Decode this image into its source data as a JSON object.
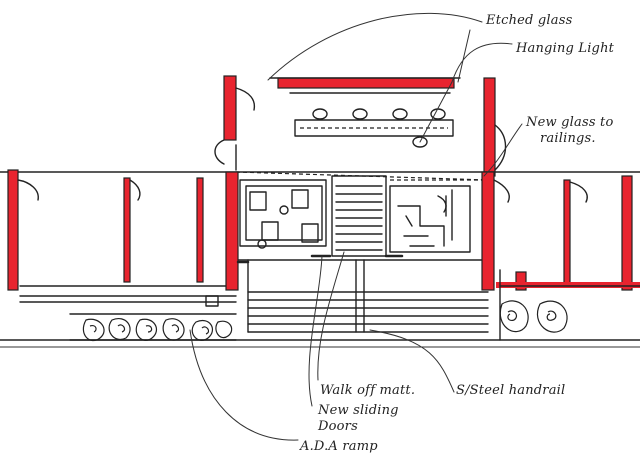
{
  "colors": {
    "ink": "#222222",
    "wall_red": "#e8242f",
    "paper": "#ffffff"
  },
  "annotations": {
    "etched_glass": "Etched glass",
    "hanging_light": "Hanging Light",
    "new_glass_1": "New glass to",
    "new_glass_2": "railings.",
    "walk_off_matt": "Walk off matt.",
    "new_sliding_1": "New sliding",
    "new_sliding_2": "Doors",
    "ada_ramp": "A.D.A ramp",
    "ss_handrail": "S/Steel handrail"
  }
}
